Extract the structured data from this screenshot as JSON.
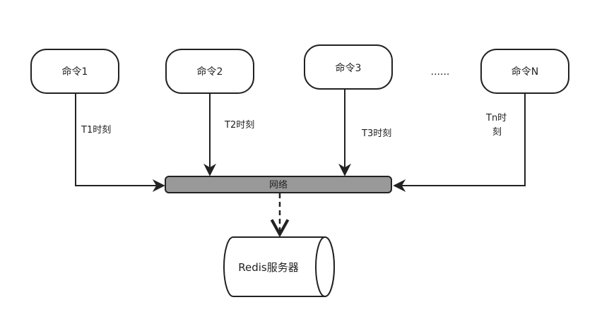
{
  "commands": {
    "cmd1": "命令1",
    "cmd2": "命令2",
    "cmd3": "命令3",
    "ellipsis": "......",
    "cmdN": "命令N"
  },
  "edges": {
    "t1": "T1时刻",
    "t2": "T2时刻",
    "t3": "T3时刻",
    "tn_line1": "Tn时",
    "tn_line2": "刻"
  },
  "network": {
    "label": "网络",
    "fill_color": "#999999"
  },
  "server": {
    "label": "Redis服务器"
  },
  "colors": {
    "stroke": "#222222",
    "background": "#ffffff"
  }
}
